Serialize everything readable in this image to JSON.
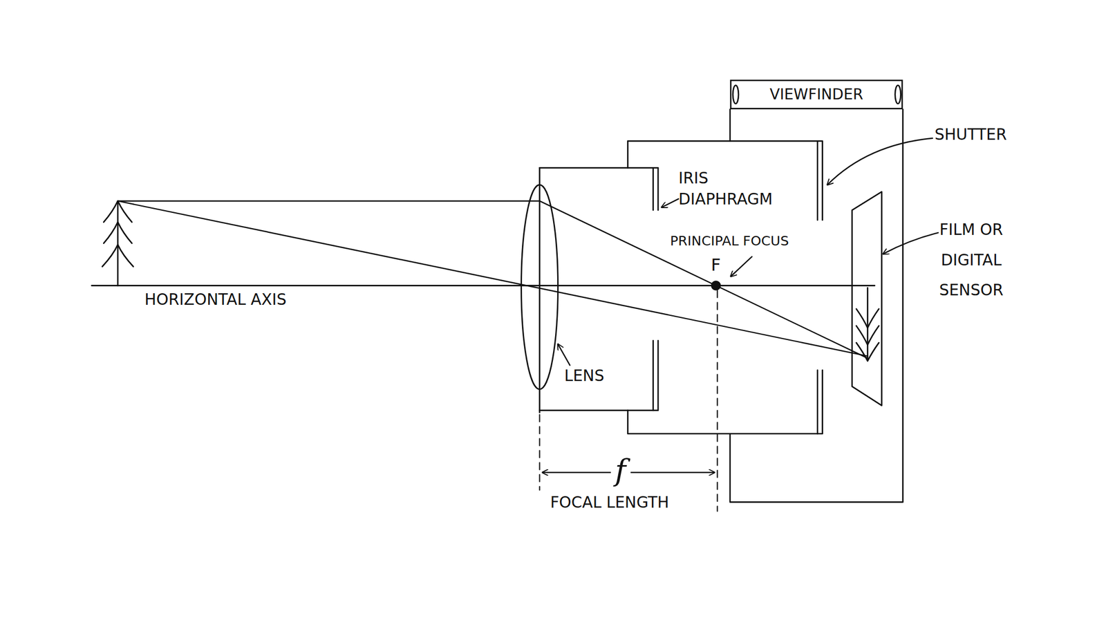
{
  "diagram": {
    "nodes": [
      {
        "text": [
          "VIEWFINDER"
        ]
      }
    ],
    "labels": [
      "HORIZONTAL AXIS",
      "LENS",
      "IRIS DIAPHRAGM",
      "PRINCIPAL FOCUS",
      "F",
      "SHUTTER",
      "FILM OR DIGITAL SENSOR",
      "f",
      "FOCAL LENGTH"
    ]
  }
}
